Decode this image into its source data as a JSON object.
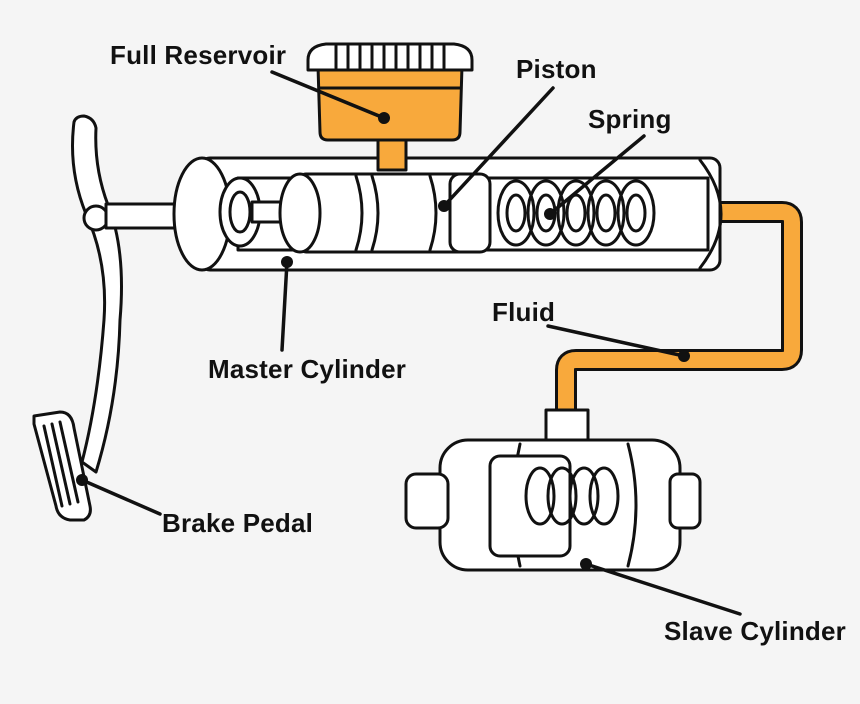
{
  "colors": {
    "background": "#f5f5f5",
    "fluid": "#f8a93c",
    "outline": "#111111",
    "part_fill": "#ffffff"
  },
  "labels": {
    "full_reservoir": "Full Reservoir",
    "piston": "Piston",
    "spring": "Spring",
    "master_cylinder": "Master Cylinder",
    "fluid": "Fluid",
    "brake_pedal": "Brake Pedal",
    "slave_cylinder": "Slave Cylinder"
  }
}
